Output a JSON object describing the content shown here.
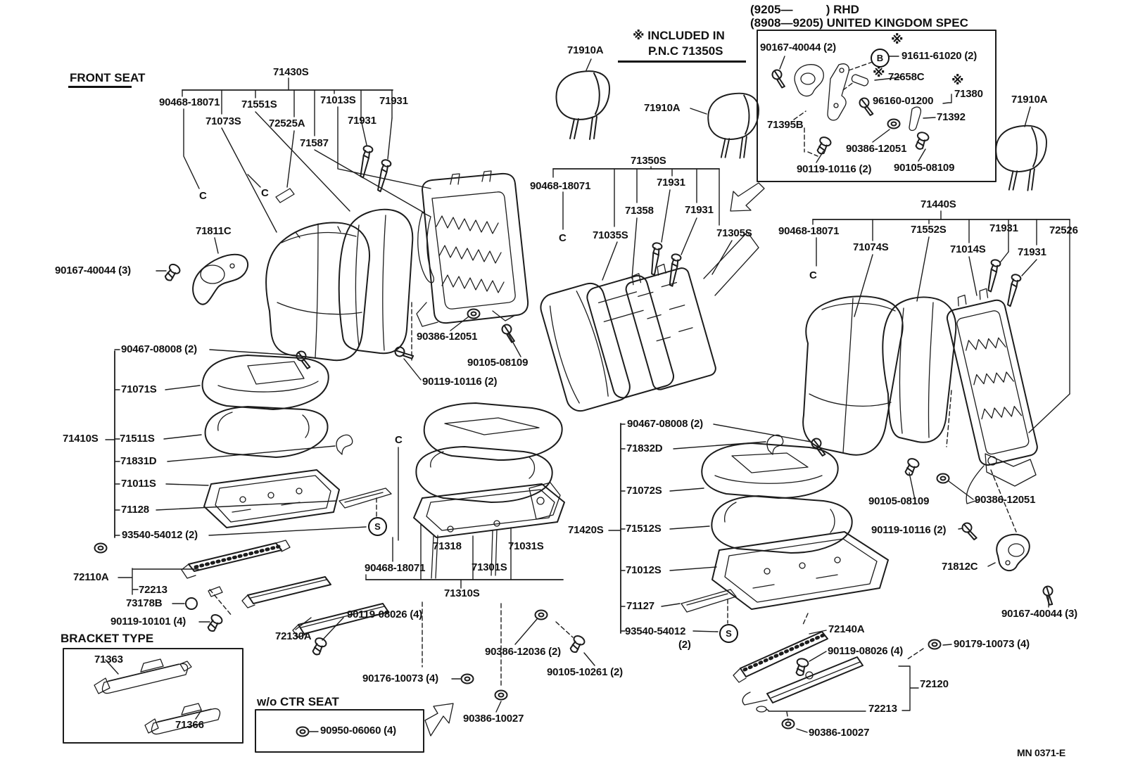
{
  "meta": {
    "title": "FRONT SEAT",
    "drawing_no": "MN 0371-E"
  },
  "headings": {
    "included_in": "※ INCLUDED IN",
    "included_pnc": "P.N.C 71350S",
    "uk_line1": "(9205—          ) RHD",
    "uk_line2": "(8908—9205) UNITED KINGDOM SPEC",
    "bracket_type": "BRACKET TYPE",
    "wo_ctr_seat": "w/o CTR SEAT"
  },
  "markers": {
    "c": "C",
    "s": "S",
    "b": "B",
    "asterisk": "※"
  },
  "callouts": [
    {
      "part": "71430S"
    },
    {
      "part": "90468-18071"
    },
    {
      "part": "71551S"
    },
    {
      "part": "71013S"
    },
    {
      "part": "71931"
    },
    {
      "part": "71073S"
    },
    {
      "part": "72525A"
    },
    {
      "part": "71931"
    },
    {
      "part": "71587"
    },
    {
      "part": "71910A"
    },
    {
      "part": "71910A"
    },
    {
      "part": "71350S"
    },
    {
      "part": "90468-18071"
    },
    {
      "part": "71931"
    },
    {
      "part": "71358"
    },
    {
      "part": "71931"
    },
    {
      "part": "71035S"
    },
    {
      "part": "71305S"
    },
    {
      "part": "71440S"
    },
    {
      "part": "90468-18071"
    },
    {
      "part": "71552S"
    },
    {
      "part": "71931"
    },
    {
      "part": "72526"
    },
    {
      "part": "71074S"
    },
    {
      "part": "71014S"
    },
    {
      "part": "71931"
    },
    {
      "part": "71811C"
    },
    {
      "part": "90167-40044 (3)"
    },
    {
      "part": "71910A"
    },
    {
      "part": "90167-40044 (2)"
    },
    {
      "part": "91611-61020 (2)"
    },
    {
      "part": "72658C"
    },
    {
      "part": "71380"
    },
    {
      "part": "96160-01200"
    },
    {
      "part": "71392"
    },
    {
      "part": "71395B"
    },
    {
      "part": "90386-12051"
    },
    {
      "part": "90119-10116 (2)"
    },
    {
      "part": "90105-08109"
    },
    {
      "part": "90467-08008 (2)"
    },
    {
      "part": "71071S"
    },
    {
      "part": "71410S"
    },
    {
      "part": "71511S"
    },
    {
      "part": "71831D"
    },
    {
      "part": "71011S"
    },
    {
      "part": "71128"
    },
    {
      "part": "93540-54012 (2)"
    },
    {
      "part": "71318"
    },
    {
      "part": "71031S"
    },
    {
      "part": "71301S"
    },
    {
      "part": "90468-18071"
    },
    {
      "part": "71310S"
    },
    {
      "part": "90176-10073 (4)"
    },
    {
      "part": "90386-10027"
    },
    {
      "part": "90386-12036 (2)"
    },
    {
      "part": "90105-10261 (2)"
    },
    {
      "part": "90386-12051"
    },
    {
      "part": "90105-08109"
    },
    {
      "part": "90119-10116 (2)"
    },
    {
      "part": "71420S"
    },
    {
      "part": "90467-08008 (2)"
    },
    {
      "part": "71832D"
    },
    {
      "part": "71072S"
    },
    {
      "part": "71512S"
    },
    {
      "part": "71012S"
    },
    {
      "part": "71127"
    },
    {
      "part": "93540-54012"
    },
    {
      "part": "(2)"
    },
    {
      "part": "90105-08109"
    },
    {
      "part": "90386-12051"
    },
    {
      "part": "90119-10116 (2)"
    },
    {
      "part": "71812C"
    },
    {
      "part": "90167-40044 (3)"
    },
    {
      "part": "72110A"
    },
    {
      "part": "72213"
    },
    {
      "part": "73178B"
    },
    {
      "part": "90119-10101 (4)"
    },
    {
      "part": "71363"
    },
    {
      "part": "71366"
    },
    {
      "part": "72130A"
    },
    {
      "part": "90119-08026 (4)"
    },
    {
      "part": "90950-06060 (4)"
    },
    {
      "part": "72140A"
    },
    {
      "part": "90119-08026 (4)"
    },
    {
      "part": "90179-10073 (4)"
    },
    {
      "part": "72120"
    },
    {
      "part": "72213"
    },
    {
      "part": "90386-10027"
    },
    {
      "part": "72120"
    }
  ]
}
